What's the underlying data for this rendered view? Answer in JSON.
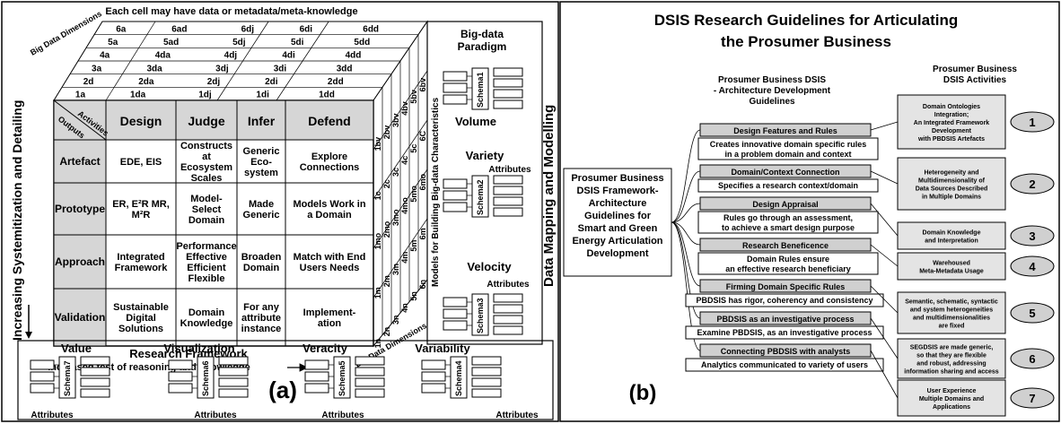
{
  "panel_a": {
    "top_note": "Each cell may have data or metadata/meta-knowledge",
    "big_data_dimensions_label": "Big Data Dimensions",
    "top_codes": [
      [
        "1a",
        "1da",
        "1dj",
        "1di",
        "1dd"
      ],
      [
        "2d",
        "2da",
        "2dj",
        "2di",
        "2dd"
      ],
      [
        "3a",
        "3da",
        "3dj",
        "3di",
        "3dd"
      ],
      [
        "4a",
        "4da",
        "4dj",
        "4di",
        "4dd"
      ],
      [
        "5a",
        "5ad",
        "5dj",
        "5di",
        "5dd"
      ],
      [
        "6a",
        "6ad",
        "6dj",
        "6di",
        "6dd"
      ]
    ],
    "corner_label_activities": "Activities",
    "corner_label_outputs": "Outputs",
    "columns": [
      "Design",
      "Judge",
      "Infer",
      "Defend"
    ],
    "rows": [
      {
        "label": "Artefact",
        "cells": [
          "EDE, EIS",
          "Constructs at Ecosystem Scales",
          "Generic Eco- system",
          "Explore Connections"
        ]
      },
      {
        "label": "Prototype",
        "cells": [
          "ER, E²R MR, M²R",
          "Model- Select Domain",
          "Made Generic",
          "Models Work in a Domain"
        ]
      },
      {
        "label": "Approach",
        "cells": [
          "Integrated Framework",
          "Performance Effective Efficient Flexible",
          "Broaden Domain",
          "Match with End Users Needs"
        ]
      },
      {
        "label": "Validation",
        "cells": [
          "Sustainable Digital Solutions",
          "Domain Knowledge",
          "For any attribute instance",
          "Implement- ation"
        ]
      }
    ],
    "side_codes": [
      [
        "1bv",
        "2bv",
        "3bv",
        "4bv",
        "5bv",
        "6bv"
      ],
      [
        "1c",
        "2c",
        "3c",
        "4c",
        "5c",
        "6C"
      ],
      [
        "1mo",
        "2mo",
        "3mo",
        "4mo",
        "5mo",
        "6mo"
      ],
      [
        "1m",
        "2m",
        "3m",
        "4m",
        "5m",
        "6m"
      ],
      [
        "1n",
        "2n",
        "3n",
        "4n",
        "5n",
        "6n"
      ]
    ],
    "left_vertical_label": "Increasing Systemitization and Detailing",
    "research_framework_label": "Research Framework",
    "increased_test_label": "Increased test of reasoning and knowledge",
    "big_data_dimensions_bottom": "Big Data Dimensions",
    "models_label": "Models for Building Big-data Characteristics",
    "data_mapping_label": "Data Mapping and Modelling",
    "big_data_paradigm": "Big-data Paradigm",
    "volume": "Volume",
    "variety": "Variety",
    "velocity": "Velocity",
    "value": "Value",
    "visualization": "Visualization",
    "veracity": "Veracity",
    "variability": "Variability",
    "attributes": "Attributes",
    "schemas": [
      "Schema1",
      "Schema2",
      "Schema3",
      "Schema4",
      "Schema5",
      "Schema6",
      "Schema7"
    ],
    "panel_tag": "(a)"
  },
  "panel_b": {
    "title_line1": "DSIS Research Guidelines for Articulating",
    "title_line2": "the Prosumer Business",
    "col1_header": [
      "Prosumer Business DSIS",
      "- Architecture Development",
      "Guidelines"
    ],
    "col2_header": [
      "Prosumer Business",
      "DSIS Activities"
    ],
    "left_box": [
      "Prosumer Business",
      "DSIS Framework-",
      "Architecture",
      "Guidelines for",
      "Smart and Green",
      "Energy Articulation",
      "Development"
    ],
    "guidelines": [
      {
        "title": "Design Features and Rules",
        "desc": [
          "Creates innovative domain specific rules",
          "in a problem domain and context"
        ]
      },
      {
        "title": "Domain/Context Connection",
        "desc": [
          "Specifies a research context/domain"
        ]
      },
      {
        "title": "Design Appraisal",
        "desc": [
          "Rules go through an assessment,",
          "to achieve a smart design purpose"
        ]
      },
      {
        "title": "Research Beneficence",
        "desc": [
          "Domain Rules ensure",
          "an effective research beneficiary"
        ]
      },
      {
        "title": "Firming Domain Specific Rules",
        "desc": [
          "PBDSIS has rigor, coherency and consistency"
        ]
      },
      {
        "title": "PBDSIS as an investigative process",
        "desc": [
          "Examine PBDSIS, as an investigative process"
        ]
      },
      {
        "title": "Connecting PBDSIS with analysts",
        "desc": [
          "Analytics communicated to variety of users"
        ]
      }
    ],
    "activities": [
      {
        "num": "1",
        "text": [
          "Domain Ontologies",
          "Integration;",
          "An Integrated Framework",
          "Development",
          "with PBDSIS Artefacts"
        ]
      },
      {
        "num": "2",
        "text": [
          "Heterogeneity and",
          "Multidimensionality of",
          "Data Sources Described",
          "in Multiple Domains"
        ]
      },
      {
        "num": "3",
        "text": [
          "Domain Knowledge",
          "and Interpretation"
        ]
      },
      {
        "num": "4",
        "text": [
          "Warehoused",
          "Meta-Metadata Usage"
        ]
      },
      {
        "num": "5",
        "text": [
          "Semantic, schematic, syntactic",
          "and system heterogeneities",
          "and multidimensionalities",
          "are fixed"
        ]
      },
      {
        "num": "6",
        "text": [
          "SEGDSIS are made generic,",
          "so that they are flexible",
          "and robust, addressing",
          "information sharing and access"
        ]
      },
      {
        "num": "7",
        "text": [
          "User Experience",
          "Multiple Domains and",
          "Applications"
        ]
      }
    ],
    "panel_tag": "(b)"
  }
}
